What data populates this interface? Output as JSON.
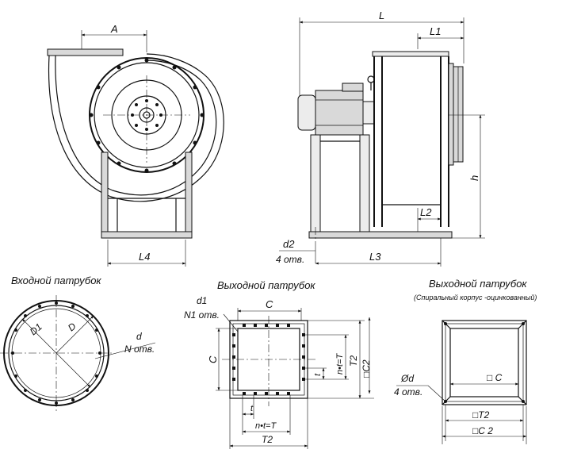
{
  "front_view": {
    "dim_A": "A",
    "dim_L4": "L4"
  },
  "side_view": {
    "dim_L": "L",
    "dim_L1": "L1",
    "dim_L2": "L2",
    "dim_L3": "L3",
    "dim_h": "h",
    "hole_label": "d2",
    "hole_count": "4 отв."
  },
  "inlet": {
    "title": "Входной патрубок",
    "dim_D1": "D1",
    "dim_D": "D",
    "hole_label": "d",
    "hole_count": "N отв."
  },
  "outlet": {
    "title": "Выходной патрубок",
    "hole_label": "d1",
    "hole_count": "N1 отв.",
    "dim_C_top": "C",
    "dim_C_left": "C",
    "dim_T2_right": "T2",
    "dim_C2": "□C2",
    "dim_t_right": "t",
    "dim_nt_right": "n•t=T",
    "dim_t_bottom": "t",
    "dim_nt_bottom": "n•t=T",
    "dim_T2_bottom": "T2"
  },
  "outlet_spiral": {
    "title": "Выходной патрубок",
    "subtitle": "(Спиральный корпус -оцинкованный)",
    "dim_C": "□ C",
    "hole_label": "Ød",
    "hole_count": "4 отв.",
    "dim_T2": "□T2",
    "dim_C2": "□C 2"
  },
  "icons": [
    "dimension-arrow",
    "bolt-hole",
    "centerline"
  ]
}
